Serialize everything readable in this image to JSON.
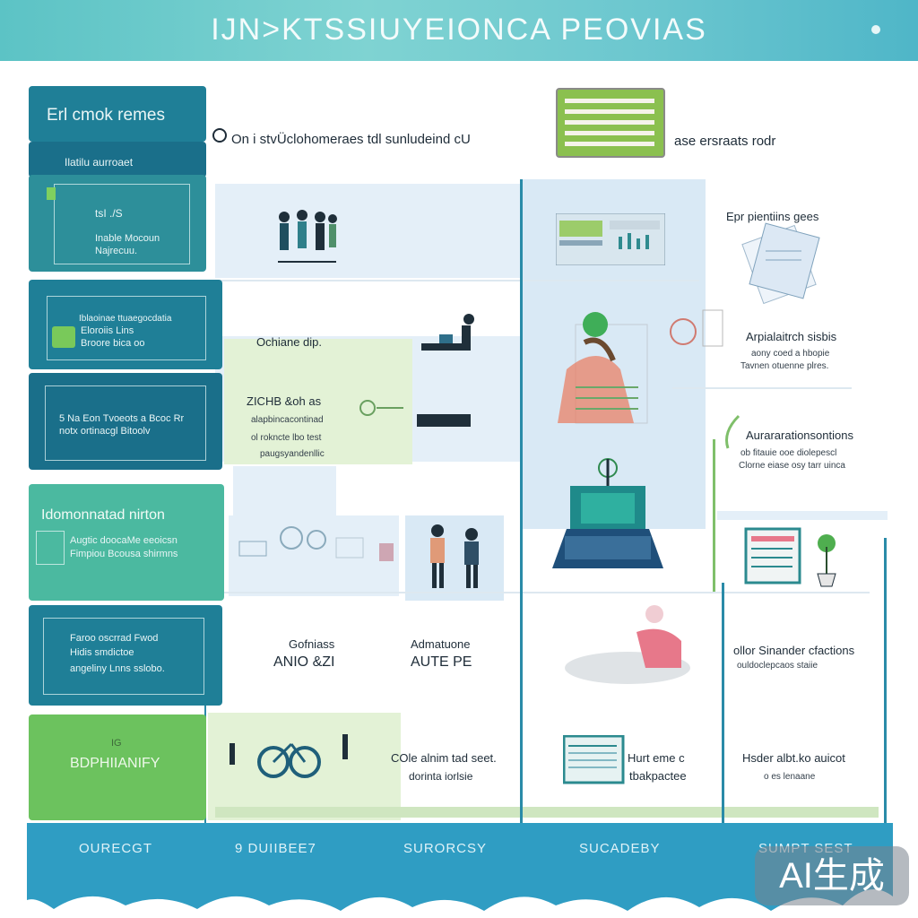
{
  "header": {
    "title": "IJN>KTSSIUYEIONCA PEOVIAS"
  },
  "top": {
    "intro": "On i stvÜclohomeraes tdl sunludeind cU",
    "right": "ase ersraats rodr"
  },
  "left_cards": [
    {
      "title": "Erl cmok remes",
      "sub": "Ilatilu aurroaet"
    },
    {
      "lines": [
        "tsI ./S",
        "Inable Mocoun",
        "Najrecuu."
      ]
    },
    {
      "lines": [
        "Iblaoinae ttuaegocdatia",
        "Eloroiis Lins",
        "Broore bica oo"
      ]
    },
    {
      "lines": [
        "5  Na Eon Tvoeots a Bcoc Rr",
        "notx ortinacgl Bitoolv"
      ]
    },
    {
      "title": "Idomonnatad nirton",
      "lines": [
        "Augtic doocaMe eeoicsn",
        "Fimpiou Bcousa shirmns"
      ]
    },
    {
      "lines": [
        "Faroo oscrrad Fwod",
        "Hidis smdictoe",
        "angeliny Lnns sslobo."
      ]
    },
    {
      "title": "BDPHIIANIFY",
      "sub": "IG"
    }
  ],
  "middle": {
    "label1": "Ochiane dip.",
    "block": [
      "ZICHB &oh as",
      "alapbincacontinad",
      "ol rokncte lbo test",
      "paugsyandenllic"
    ],
    "label2": "Gofniass",
    "label2b": "ANIO &ZI",
    "label3": "Admatuone",
    "label3b": "AUTE PE",
    "label4": "COle alnim tad seet.",
    "label4b": "dorinta iorlsie"
  },
  "right": {
    "r1": "Epr pientiins gees",
    "r2": "Arpialaitrch sisbis",
    "r2s": [
      "aony coed a hbopie",
      "Tavnen otuenne plres."
    ],
    "r3": "Aurararationsontions",
    "r3s": [
      "ob fitauie ooe diolepescl",
      "Clorne eiase osy tarr uinca"
    ],
    "r4": "ollor Sinander cfactions",
    "r4s": "ouldoclepcaos staiie",
    "r5": "Hurt eme c",
    "r5b": "tbakpactee",
    "r6": "Hsder albt.ko auicot",
    "r6s": "o es lenaane"
  },
  "footer": {
    "labels": [
      "OURECGT",
      "9  DUIIBEE7",
      "SURORCSY",
      "SUCADEBY",
      "SUMPT SEST"
    ]
  },
  "badge": "AI生成",
  "colors": {
    "header": "#6cc7cf",
    "card_blue": "#1f7f97",
    "card_teal": "#2f9e9a",
    "card_green": "#5dbf58",
    "footer": "#2f9dc3",
    "accent_line": "#2a8ba8"
  }
}
